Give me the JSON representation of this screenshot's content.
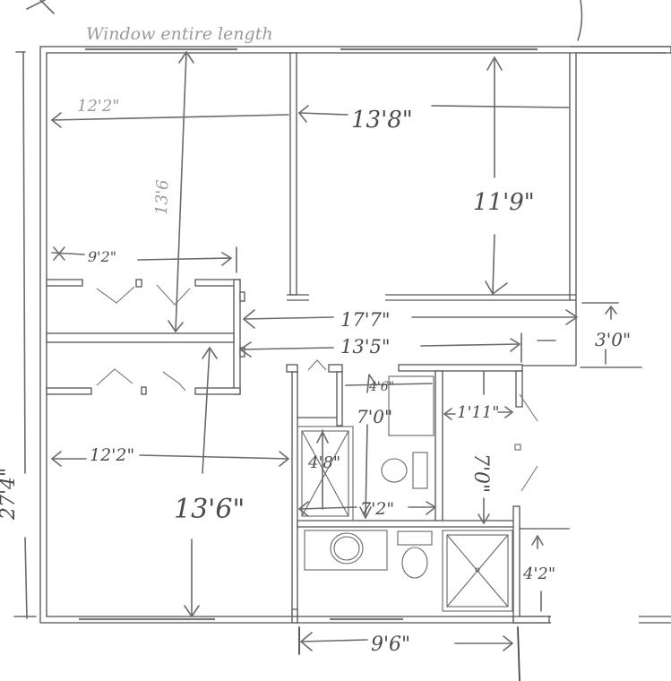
{
  "note": "Window entire length",
  "dimensions": {
    "bedroom1_width": "12'2\"",
    "bedroom1_length": "13'6",
    "bedroom2_width": "13'8\"",
    "bedroom2_length": "11'9\"",
    "closet_width": "9'2\"",
    "hall_length": "17'7\"",
    "hall_width": "3'0\"",
    "hall_length_inner": "13'5\"",
    "bedroom3_width": "12'2\"",
    "bedroom3_length": "13'6\"",
    "bath1_depth": "4'6\"",
    "bath1_width": "7'2\"",
    "bath1_length": "7'0\"",
    "shower1_width": "4'8\"",
    "closet2_width": "1'11\"",
    "closet2_length": "7'0\"",
    "bath2_width": "4'2\"",
    "overall_length": "27'4\"",
    "bath_total_width": "9'6\""
  }
}
